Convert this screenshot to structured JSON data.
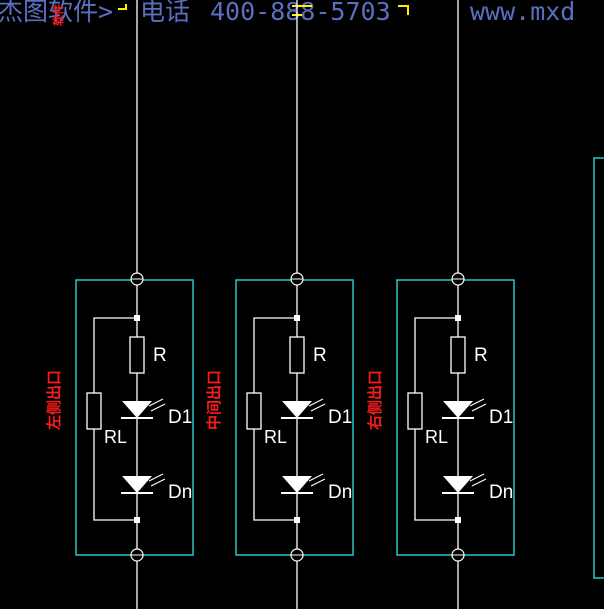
{
  "watermark": {
    "left": "杰图软件>",
    "phone_label": "电话",
    "phone": "400-888-5703",
    "web": "www.mxd"
  },
  "top_red_text": "软件",
  "palette": {
    "wire": "#ffffff",
    "box": "#27c7c7",
    "red": "#ff1a1a",
    "yellow": "#ffee00",
    "watermark": "#5a6fc0"
  },
  "circuits": [
    {
      "label": "左侧出口",
      "r": "R",
      "rl": "RL",
      "d1": "D1",
      "dn": "Dn"
    },
    {
      "label": "中间出口",
      "r": "R",
      "rl": "RL",
      "d1": "D1",
      "dn": "Dn"
    },
    {
      "label": "右侧出口",
      "r": "R",
      "rl": "RL",
      "d1": "D1",
      "dn": "Dn"
    }
  ]
}
